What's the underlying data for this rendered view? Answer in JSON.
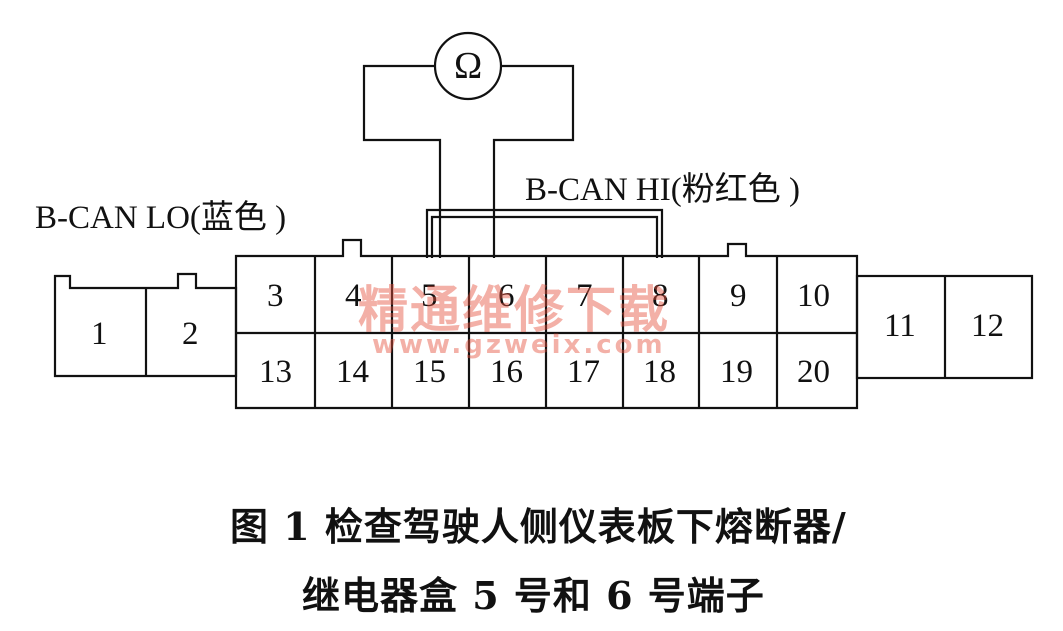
{
  "meter": {
    "symbol": "Ω"
  },
  "labels": {
    "can_lo": "B-CAN LO(蓝色 )",
    "can_hi": "B-CAN  HI(粉红色 )"
  },
  "pins": [
    {
      "num": "1"
    },
    {
      "num": "2"
    },
    {
      "num": "3"
    },
    {
      "num": "4"
    },
    {
      "num": "5"
    },
    {
      "num": "6"
    },
    {
      "num": "7"
    },
    {
      "num": "8"
    },
    {
      "num": "9"
    },
    {
      "num": "10"
    },
    {
      "num": "11"
    },
    {
      "num": "12"
    },
    {
      "num": "13"
    },
    {
      "num": "14"
    },
    {
      "num": "15"
    },
    {
      "num": "16"
    },
    {
      "num": "17"
    },
    {
      "num": "18"
    },
    {
      "num": "19"
    },
    {
      "num": "20"
    }
  ],
  "caption": {
    "line1": "图 1  检查驾驶人侧仪表板下熔断器/",
    "line2": "继电器盒 5 号和 6 号端子"
  },
  "watermark": {
    "text": "精通维修下载",
    "url": "www.gzweix.com"
  }
}
